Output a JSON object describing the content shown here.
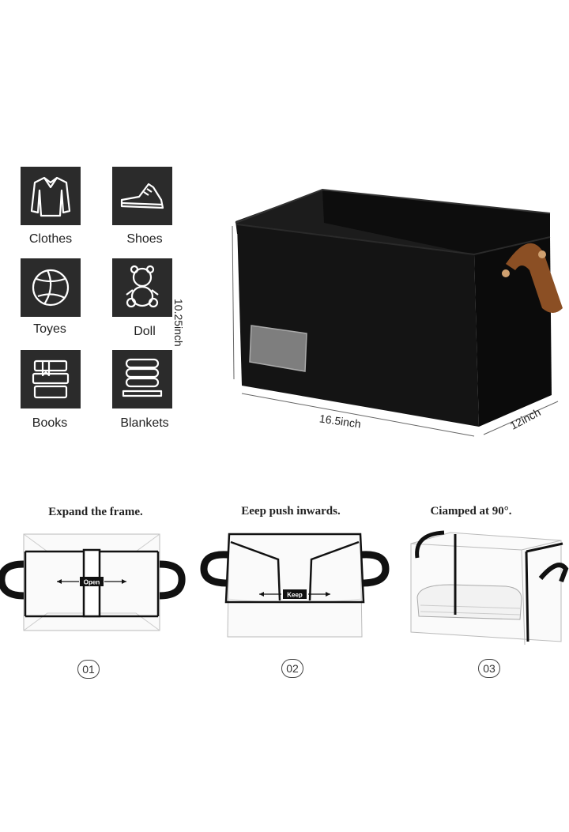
{
  "categories": [
    {
      "label": "Clothes",
      "icon": "shirt-icon"
    },
    {
      "label": "Shoes",
      "icon": "shoe-icon"
    },
    {
      "label": "Toyes",
      "icon": "ball-icon"
    },
    {
      "label": "Doll",
      "icon": "teddy-bear-icon"
    },
    {
      "label": "Books",
      "icon": "books-icon"
    },
    {
      "label": "Blankets",
      "icon": "blankets-icon"
    }
  ],
  "dimensions": {
    "height": "10.25inch",
    "width": "16.5inch",
    "depth": "12inch"
  },
  "steps": [
    {
      "title": "Expand the frame.",
      "label": "Open",
      "number": "01"
    },
    {
      "title": "Eeep push inwards.",
      "label": "Keep",
      "number": "02"
    },
    {
      "title": "Ciamped at 90°.",
      "number": "03"
    }
  ],
  "colors": {
    "tile": "#2b2b2b",
    "basket": "#111111",
    "handle": "#8b4f24"
  }
}
